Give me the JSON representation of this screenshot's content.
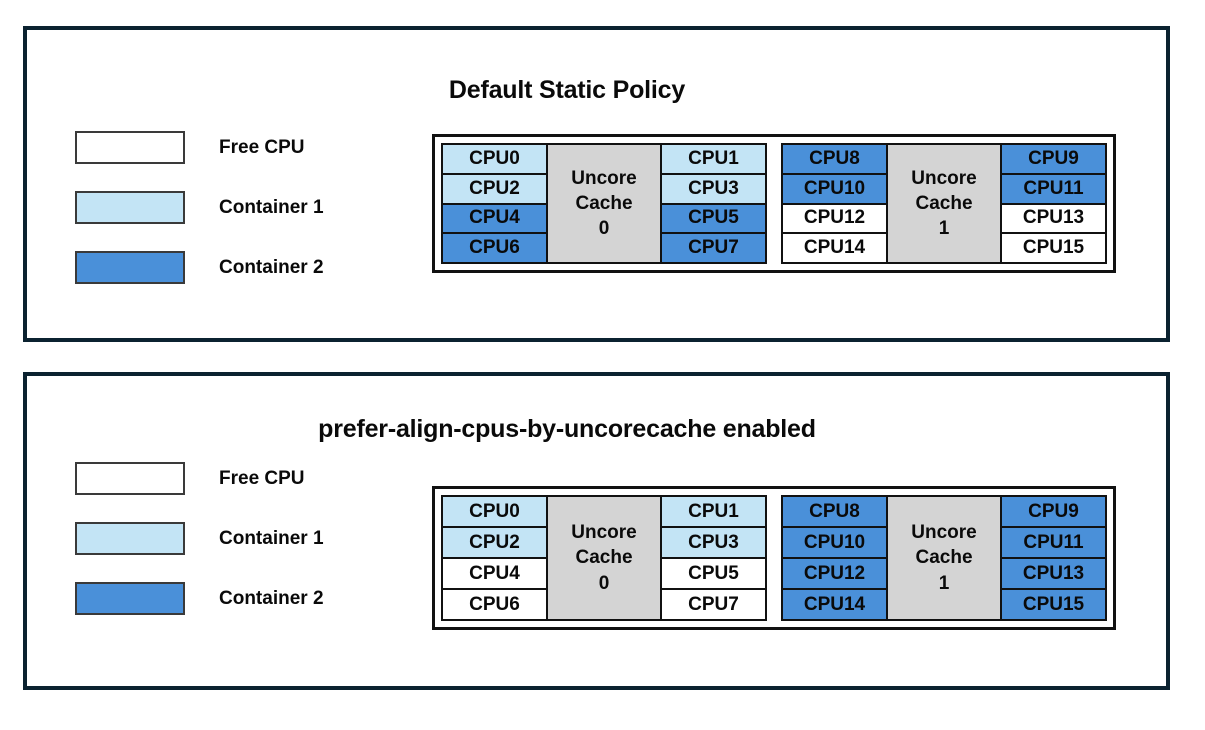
{
  "colors": {
    "panel_border": "#0b2230",
    "free_cpu": "#ffffff",
    "container1": "#c3e4f5",
    "container2": "#4a90d9",
    "uncore_cache": "#d4d4d4",
    "cell_border": "#111111"
  },
  "panels": [
    {
      "id": "default-static-policy",
      "title": "Default Static Policy",
      "legend": [
        {
          "label": "Free CPU",
          "state": "free"
        },
        {
          "label": "Container 1",
          "state": "c1"
        },
        {
          "label": "Container 2",
          "state": "c2"
        }
      ],
      "cache_groups": [
        {
          "uncore_line1": "Uncore",
          "uncore_line2": "Cache",
          "uncore_line3": "0",
          "left_column": [
            {
              "label": "CPU0",
              "state": "c1"
            },
            {
              "label": "CPU2",
              "state": "c1"
            },
            {
              "label": "CPU4",
              "state": "c2"
            },
            {
              "label": "CPU6",
              "state": "c2"
            }
          ],
          "right_column": [
            {
              "label": "CPU1",
              "state": "c1"
            },
            {
              "label": "CPU3",
              "state": "c1"
            },
            {
              "label": "CPU5",
              "state": "c2"
            },
            {
              "label": "CPU7",
              "state": "c2"
            }
          ]
        },
        {
          "uncore_line1": "Uncore",
          "uncore_line2": "Cache",
          "uncore_line3": "1",
          "left_column": [
            {
              "label": "CPU8",
              "state": "c2"
            },
            {
              "label": "CPU10",
              "state": "c2"
            },
            {
              "label": "CPU12",
              "state": "free"
            },
            {
              "label": "CPU14",
              "state": "free"
            }
          ],
          "right_column": [
            {
              "label": "CPU9",
              "state": "c2"
            },
            {
              "label": "CPU11",
              "state": "c2"
            },
            {
              "label": "CPU13",
              "state": "free"
            },
            {
              "label": "CPU15",
              "state": "free"
            }
          ]
        }
      ]
    },
    {
      "id": "prefer-align-cpus-by-uncorecache-enabled",
      "title": "prefer-align-cpus-by-uncorecache enabled",
      "legend": [
        {
          "label": "Free CPU",
          "state": "free"
        },
        {
          "label": "Container 1",
          "state": "c1"
        },
        {
          "label": "Container 2",
          "state": "c2"
        }
      ],
      "cache_groups": [
        {
          "uncore_line1": "Uncore",
          "uncore_line2": "Cache",
          "uncore_line3": "0",
          "left_column": [
            {
              "label": "CPU0",
              "state": "c1"
            },
            {
              "label": "CPU2",
              "state": "c1"
            },
            {
              "label": "CPU4",
              "state": "free"
            },
            {
              "label": "CPU6",
              "state": "free"
            }
          ],
          "right_column": [
            {
              "label": "CPU1",
              "state": "c1"
            },
            {
              "label": "CPU3",
              "state": "c1"
            },
            {
              "label": "CPU5",
              "state": "free"
            },
            {
              "label": "CPU7",
              "state": "free"
            }
          ]
        },
        {
          "uncore_line1": "Uncore",
          "uncore_line2": "Cache",
          "uncore_line3": "1",
          "left_column": [
            {
              "label": "CPU8",
              "state": "c2"
            },
            {
              "label": "CPU10",
              "state": "c2"
            },
            {
              "label": "CPU12",
              "state": "c2"
            },
            {
              "label": "CPU14",
              "state": "c2"
            }
          ],
          "right_column": [
            {
              "label": "CPU9",
              "state": "c2"
            },
            {
              "label": "CPU11",
              "state": "c2"
            },
            {
              "label": "CPU13",
              "state": "c2"
            },
            {
              "label": "CPU15",
              "state": "c2"
            }
          ]
        }
      ]
    }
  ]
}
